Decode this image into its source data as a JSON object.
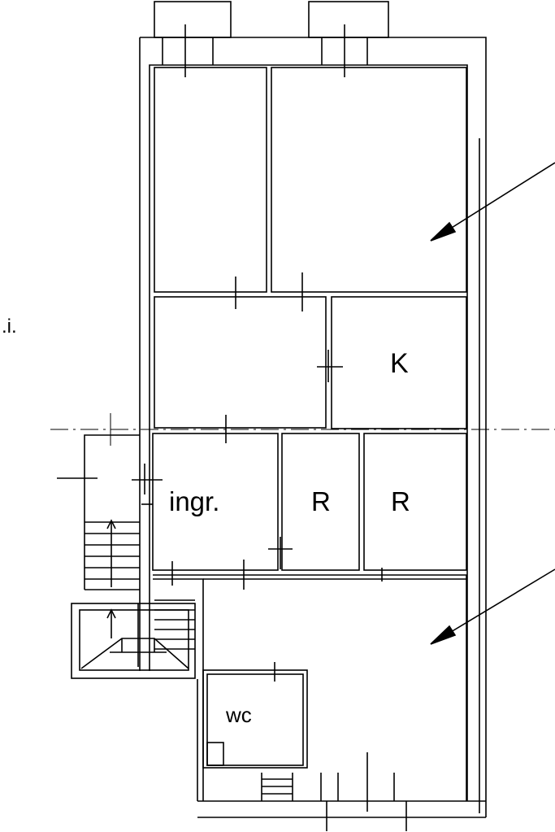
{
  "labels": {
    "kitchen": "K",
    "entrance": "ingr.",
    "room_a": "R",
    "room_b": "R",
    "toilet": "wc",
    "margin_note": ".i."
  }
}
